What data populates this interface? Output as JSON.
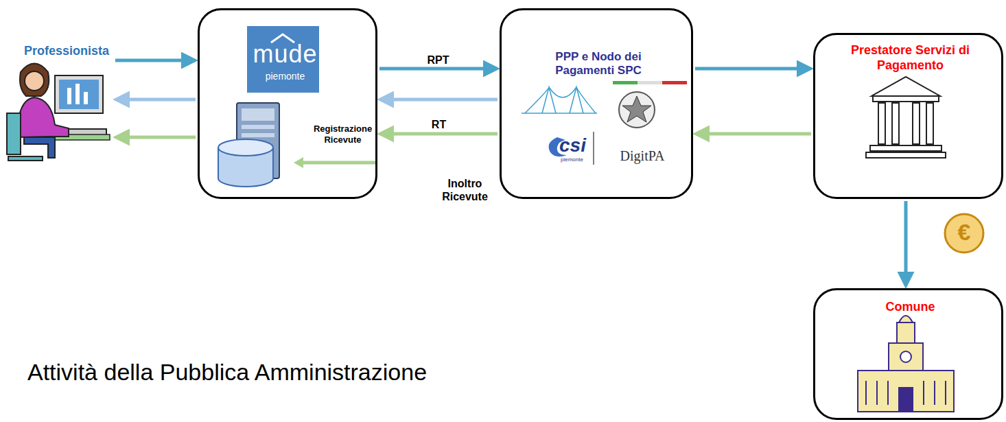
{
  "diagram": {
    "nodes": [
      {
        "text": [
          "Professionista"
        ]
      },
      {
        "text": [
          "mude",
          "piemonte"
        ]
      },
      {
        "text": [
          "PPP e Nodo dei Pagamenti SPC",
          "csi",
          "piemonte",
          "DigitPA"
        ]
      },
      {
        "text": [
          "Prestatore Servizi di Pagamento"
        ]
      },
      {
        "text": [
          "Comune"
        ]
      }
    ],
    "edges": [
      {
        "from": 0,
        "to": 1,
        "arrow": "to"
      },
      {
        "from": 1,
        "to": 0,
        "arrow": "to"
      },
      {
        "from": 1,
        "to": 0,
        "arrow": "to"
      },
      {
        "from": 1,
        "to": 2,
        "label": "RPT",
        "arrow": "to"
      },
      {
        "from": 2,
        "to": 1,
        "arrow": "to"
      },
      {
        "from": 2,
        "to": 1,
        "label": "RT",
        "arrow": "to"
      },
      {
        "from": 2,
        "to": 3,
        "arrow": "to"
      },
      {
        "from": 3,
        "to": 2,
        "arrow": "to"
      },
      {
        "from": 3,
        "to": 4,
        "arrow": "to"
      }
    ],
    "labels": [
      "Registrazione Ricevute",
      "Inoltro Ricevute",
      "€",
      "Attività della Pubblica Amministrazione"
    ]
  }
}
